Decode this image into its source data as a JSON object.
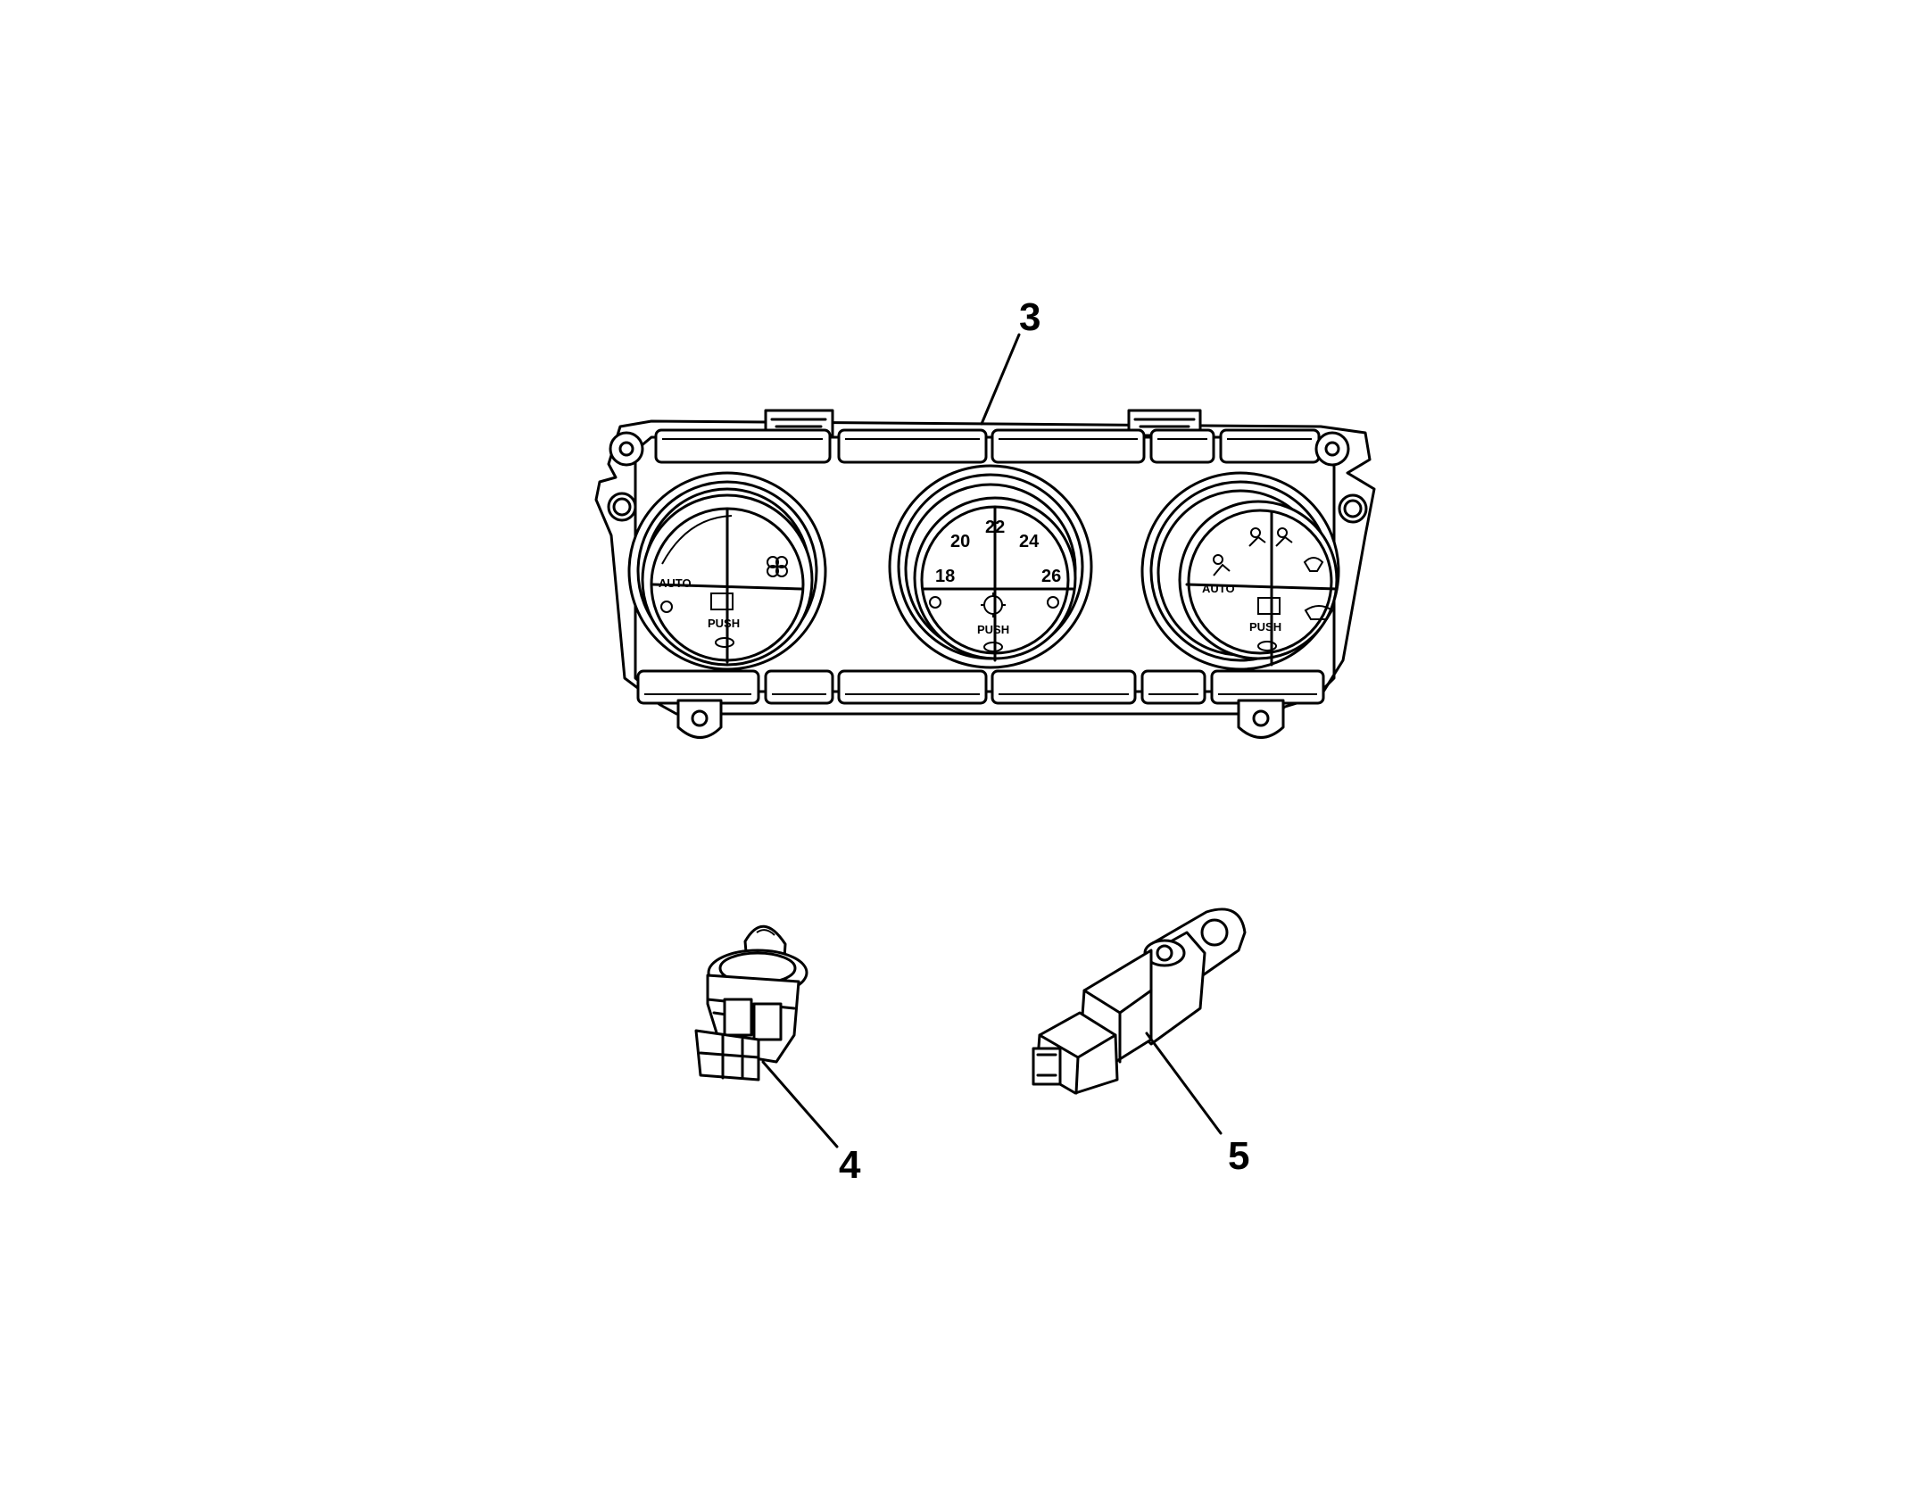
{
  "diagram": {
    "callouts": [
      {
        "id": "3",
        "label": "3",
        "part": "climate-control-panel"
      },
      {
        "id": "4",
        "label": "4",
        "part": "push-switch"
      },
      {
        "id": "5",
        "label": "5",
        "part": "sensor-with-bracket"
      }
    ],
    "panel": {
      "left_dial": {
        "auto": "AUTO",
        "push": "PUSH"
      },
      "center_dial": {
        "ticks": [
          "18",
          "20",
          "22",
          "24",
          "26"
        ],
        "push": "PUSH"
      },
      "right_dial": {
        "auto": "AUTO",
        "push": "PUSH"
      }
    }
  }
}
